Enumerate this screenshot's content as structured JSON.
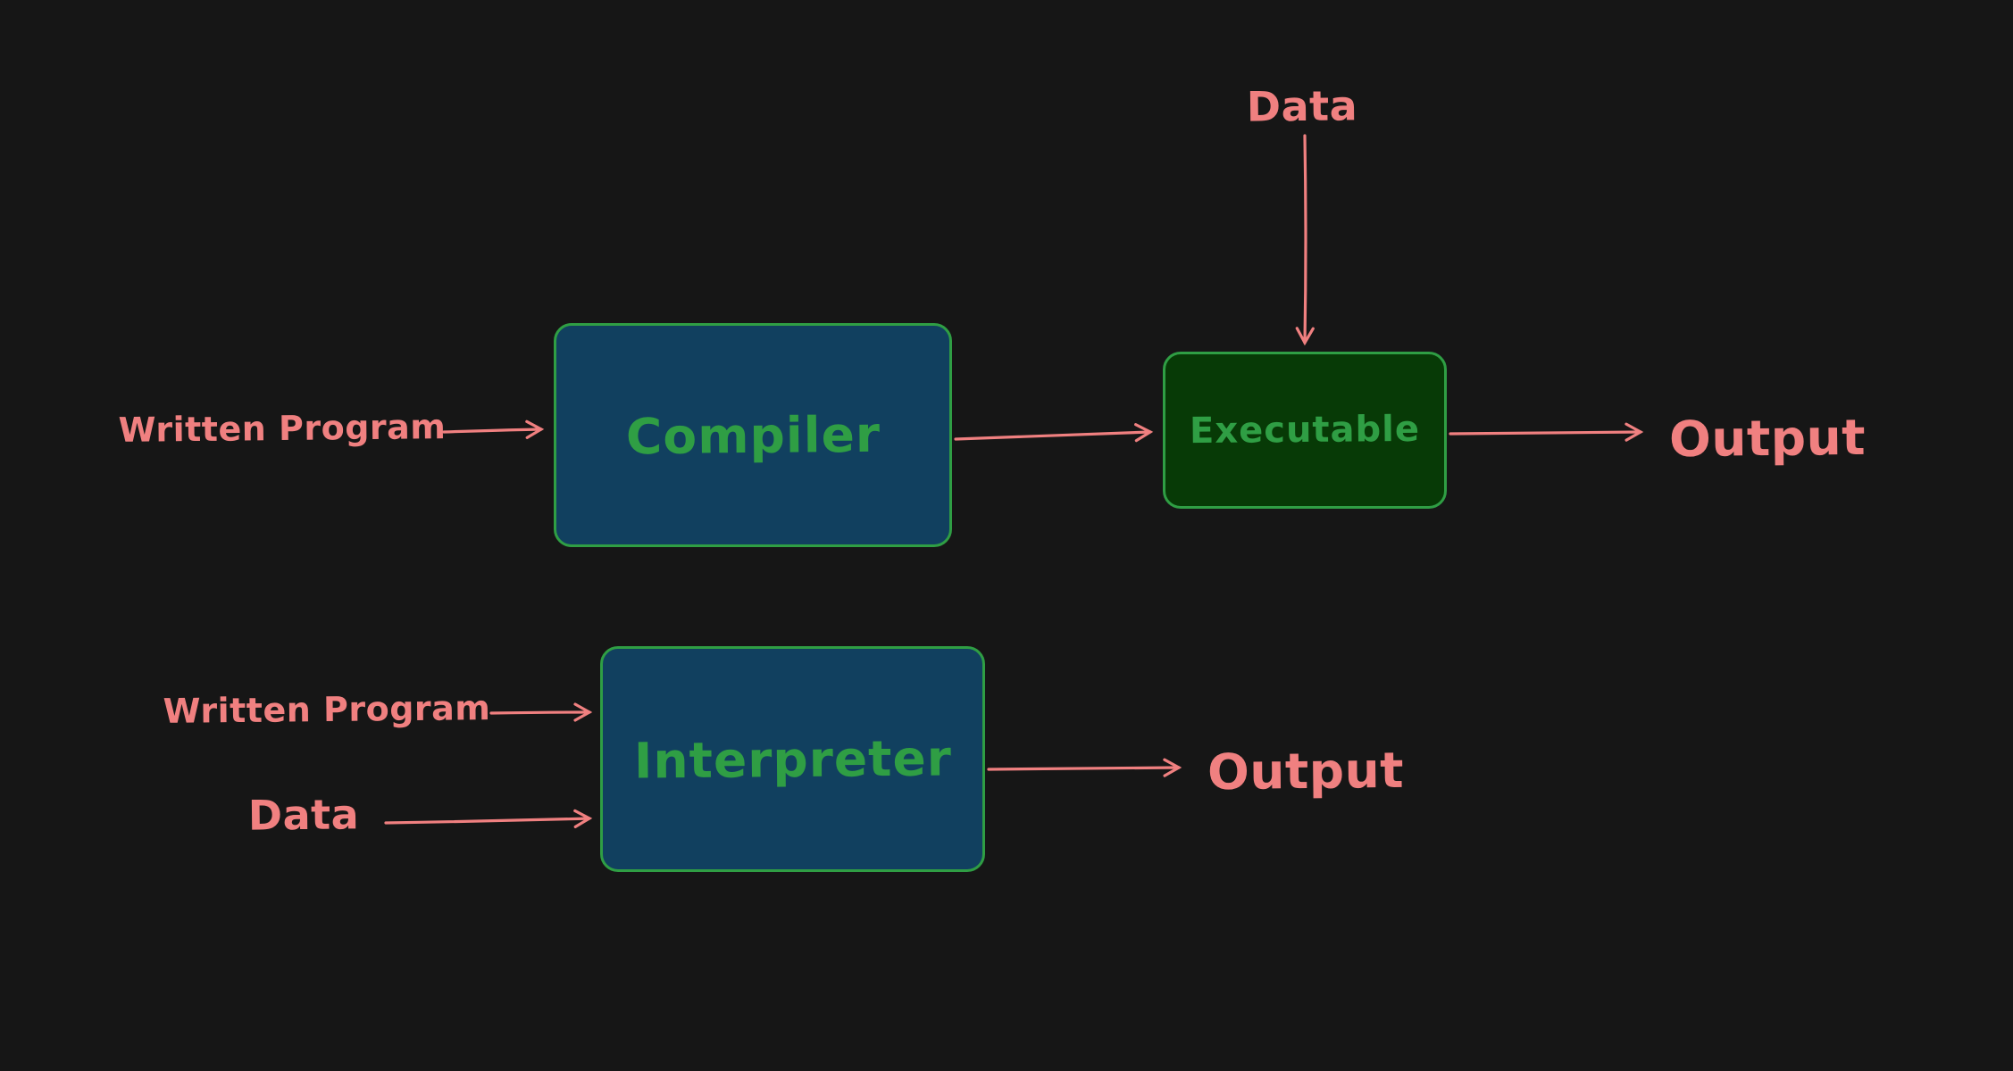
{
  "colors": {
    "background": "#161616",
    "label_salmon": "#f08080",
    "stroke_green": "#2f9e44",
    "process_blue_fill": "#11405f",
    "executable_green_fill": "#073a06"
  },
  "top_flow": {
    "input_label": "Written Program",
    "process_label": "Compiler",
    "artifact_label": "Executable",
    "data_label": "Data",
    "output_label": "Output"
  },
  "bottom_flow": {
    "input_label": "Written Program",
    "data_label": "Data",
    "process_label": "Interpreter",
    "output_label": "Output"
  }
}
